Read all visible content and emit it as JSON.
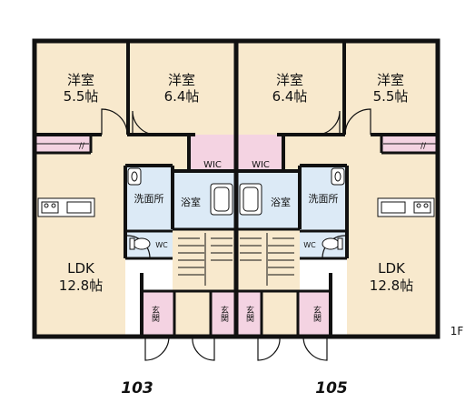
{
  "rooms": {
    "western_1": "洋室",
    "western_1_size": "5.5帖",
    "western_2": "洋室",
    "western_2_size": "6.4帖",
    "western_3": "洋室",
    "western_3_size": "6.4帖",
    "western_4": "洋室",
    "western_4_size": "5.5帖",
    "wic_left": "WIC",
    "wic_right": "WIC",
    "washroom_left": "洗面所",
    "washroom_right": "洗面所",
    "bath_left": "浴室",
    "bath_right": "浴室",
    "wc_left": "WC",
    "wc_right": "WC",
    "ldk_left": "LDK",
    "ldk_left_size": "12.8帖",
    "ldk_right": "LDK",
    "ldk_right_size": "12.8帖",
    "genkan": [
      "玄関",
      "玄関",
      "玄関",
      "玄関"
    ]
  },
  "floor": "1F",
  "units": {
    "left": "103",
    "right": "105"
  },
  "colors": {
    "room": "#f8e9cd",
    "wet": "#dceaf6",
    "pink": "#f4d3e2",
    "wall": "#111111"
  }
}
